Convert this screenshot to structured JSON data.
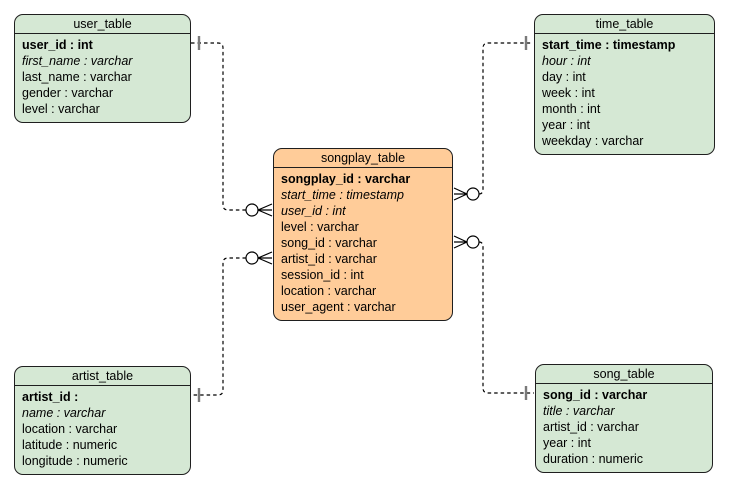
{
  "diagram": {
    "kind": "entity-relationship-diagram",
    "colors": {
      "dimension_fill": "#d5e8d4",
      "fact_fill": "#ffcc99",
      "border": "#1f1f1f",
      "connector": "#000000",
      "tick": "#7a7a7a",
      "background": "#ffffff"
    },
    "tables": {
      "user_table": {
        "title": "user_table",
        "fields": [
          {
            "text": "user_id : int",
            "style": "pk"
          },
          {
            "text": "first_name : varchar",
            "style": "italic"
          },
          {
            "text": "last_name : varchar",
            "style": "normal"
          },
          {
            "text": "gender : varchar",
            "style": "normal"
          },
          {
            "text": "level : varchar",
            "style": "normal"
          }
        ]
      },
      "time_table": {
        "title": "time_table",
        "fields": [
          {
            "text": "start_time : timestamp",
            "style": "pk"
          },
          {
            "text": "hour : int",
            "style": "italic"
          },
          {
            "text": "day : int",
            "style": "normal"
          },
          {
            "text": "week : int",
            "style": "normal"
          },
          {
            "text": "month : int",
            "style": "normal"
          },
          {
            "text": "year : int",
            "style": "normal"
          },
          {
            "text": "weekday : varchar",
            "style": "normal"
          }
        ]
      },
      "songplay_table": {
        "title": "songplay_table",
        "fields": [
          {
            "text": "songplay_id : varchar",
            "style": "pk"
          },
          {
            "text": "start_time : timestamp",
            "style": "italic"
          },
          {
            "text": "user_id : int",
            "style": "italic"
          },
          {
            "text": "level : varchar",
            "style": "normal"
          },
          {
            "text": "song_id : varchar",
            "style": "normal"
          },
          {
            "text": "artist_id : varchar",
            "style": "normal"
          },
          {
            "text": "session_id : int",
            "style": "normal"
          },
          {
            "text": "location : varchar",
            "style": "normal"
          },
          {
            "text": "user_agent : varchar",
            "style": "normal"
          }
        ]
      },
      "artist_table": {
        "title": "artist_table",
        "fields": [
          {
            "text": "artist_id :",
            "style": "pk"
          },
          {
            "text": "name : varchar",
            "style": "italic"
          },
          {
            "text": "location : varchar",
            "style": "normal"
          },
          {
            "text": "latitude : numeric",
            "style": "normal"
          },
          {
            "text": "longitude : numeric",
            "style": "normal"
          }
        ]
      },
      "song_table": {
        "title": "song_table",
        "fields": [
          {
            "text": "song_id : varchar",
            "style": "pk"
          },
          {
            "text": "title : varchar",
            "style": "italic"
          },
          {
            "text": "artist_id : varchar",
            "style": "normal"
          },
          {
            "text": "year : int",
            "style": "normal"
          },
          {
            "text": "duration : numeric",
            "style": "normal"
          }
        ]
      }
    },
    "relationships": [
      {
        "from": "user_table",
        "from_field": "user_id",
        "to": "songplay_table",
        "to_field": "user_id",
        "from_cardinality": "one",
        "to_cardinality": "zero-or-many",
        "line_style": "dashed"
      },
      {
        "from": "time_table",
        "from_field": "start_time",
        "to": "songplay_table",
        "to_field": "start_time",
        "from_cardinality": "one",
        "to_cardinality": "zero-or-many",
        "line_style": "dashed"
      },
      {
        "from": "artist_table",
        "from_field": "artist_id",
        "to": "songplay_table",
        "to_field": "artist_id",
        "from_cardinality": "one",
        "to_cardinality": "zero-or-many",
        "line_style": "dashed"
      },
      {
        "from": "song_table",
        "from_field": "song_id",
        "to": "songplay_table",
        "to_field": "song_id",
        "from_cardinality": "one",
        "to_cardinality": "zero-or-many",
        "line_style": "dashed"
      }
    ]
  }
}
